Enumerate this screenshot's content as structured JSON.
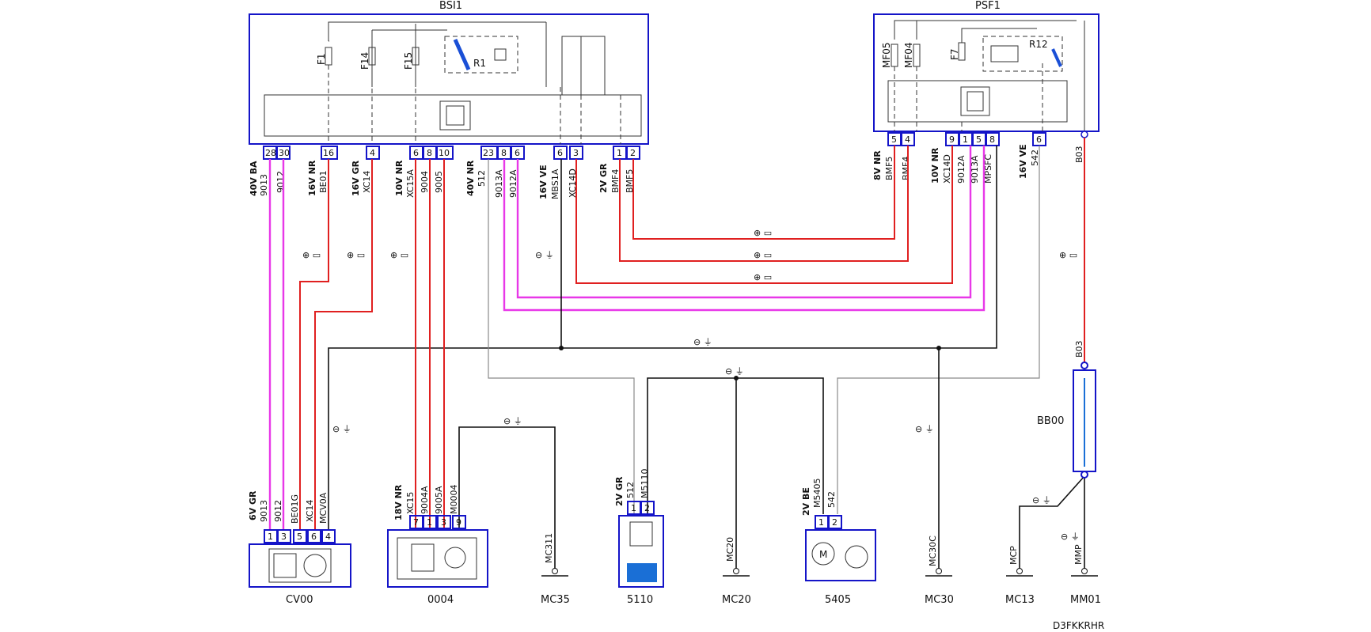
{
  "bsi": {
    "title": "BSI1",
    "fuses": [
      "F1",
      "F14",
      "F15"
    ],
    "relay": "R1",
    "pins": [
      "28",
      "30",
      "16",
      "4",
      "6",
      "8",
      "10",
      "23",
      "8",
      "6",
      "6",
      "3",
      "1",
      "2"
    ]
  },
  "psf": {
    "title": "PSF1",
    "fuses": [
      "MF05",
      "MF04",
      "F7"
    ],
    "relay": "R12",
    "pins": [
      "5",
      "4",
      "9",
      "1",
      "5",
      "8",
      "6"
    ],
    "terminal": "B03"
  },
  "bsi_wires": [
    {
      "a": "40V BA",
      "b": "9013"
    },
    {
      "a": "",
      "b": "9012"
    },
    {
      "a": "16V NR",
      "b": "BE01"
    },
    {
      "a": "16V GR",
      "b": "XC14"
    },
    {
      "a": "10V NR",
      "b": "XC15A"
    },
    {
      "a": "",
      "b": "9004"
    },
    {
      "a": "",
      "b": "9005"
    },
    {
      "a": "40V NR",
      "b": "512"
    },
    {
      "a": "",
      "b": "9013A"
    },
    {
      "a": "",
      "b": "9012A"
    },
    {
      "a": "16V VE",
      "b": "MBS1A"
    },
    {
      "a": "",
      "b": "XC14D"
    },
    {
      "a": "2V GR",
      "b": "BMF4"
    },
    {
      "a": "",
      "b": "BMF5"
    }
  ],
  "psf_wires": [
    {
      "a": "8V NR",
      "b": "BMF5"
    },
    {
      "a": "",
      "b": "BMF4"
    },
    {
      "a": "10V NR",
      "b": "XC14D"
    },
    {
      "a": "",
      "b": "9012A"
    },
    {
      "a": "",
      "b": "9013A"
    },
    {
      "a": "",
      "b": "MPSFC"
    },
    {
      "a": "16V VE",
      "b": "542"
    },
    {
      "a": "",
      "b": "B03"
    }
  ],
  "components": {
    "cv00": {
      "name": "CV00",
      "conn": "6V GR",
      "pins": [
        "1",
        "3",
        "5",
        "6",
        "4"
      ],
      "wires": [
        "9013",
        "9012",
        "BE01G",
        "XC14",
        "MCV0A"
      ]
    },
    "c0004": {
      "name": "0004",
      "conn": "18V NR",
      "pins": [
        "7",
        "1",
        "3",
        "9"
      ],
      "wires": [
        "XC15",
        "9004A",
        "9005A",
        "M0004"
      ]
    },
    "c5110": {
      "name": "5110",
      "conn": "2V GR",
      "pins": [
        "1",
        "2"
      ],
      "wires": [
        "512",
        "M5110"
      ]
    },
    "c5405": {
      "name": "5405",
      "conn": "2V BE",
      "pins": [
        "1",
        "2"
      ],
      "wires": [
        "M5405",
        "542"
      ]
    },
    "bb00": {
      "name": "BB00",
      "terminal": "B03"
    }
  },
  "grounds": [
    {
      "name": "MC35",
      "wire": "MC311"
    },
    {
      "name": "MC20",
      "wire": "MC20"
    },
    {
      "name": "MC30",
      "wire": "MC30C"
    },
    {
      "name": "MC13",
      "wire": "MCP"
    },
    {
      "name": "MM01",
      "wire": "MMP"
    }
  ],
  "symbols": {
    "ground": "⊖ ⏚",
    "battery": "⊕ ▭"
  },
  "ref_code": "D3FKKRHR",
  "colors": {
    "red": "#e02020",
    "magenta": "#e838e8",
    "black": "#111111",
    "grey": "#8a8a8a",
    "blue": "#1414c8"
  }
}
